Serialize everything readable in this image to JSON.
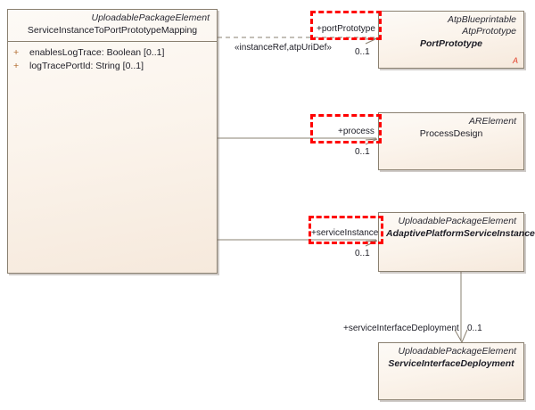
{
  "diagram": {
    "title": "ServiceInstanceToPortPrototypeMapping UML class diagram",
    "accent_highlight_color": "#ff0000",
    "class_border_color": "#8a8070",
    "class_fill_color": "#fbf4ec",
    "abstract_marker_color": "#e2402a"
  },
  "classes": [
    {
      "id": "service-instance-to-port-prototype-mapping",
      "stereotypes": [
        "UploadablePackageElement"
      ],
      "name": "ServiceInstanceToPortPrototypeMapping",
      "name_style": "plain",
      "attributes": [
        {
          "visibility": "+",
          "text": "enablesLogTrace: Boolean [0..1]"
        },
        {
          "visibility": "+",
          "text": "logTracePortId: String [0..1]"
        }
      ],
      "abstract_marker": ""
    },
    {
      "id": "port-prototype",
      "stereotypes": [
        "AtpBlueprintable",
        "AtpPrototype"
      ],
      "name": "PortPrototype",
      "name_style": "italic",
      "attributes": [],
      "abstract_marker": "A"
    },
    {
      "id": "process-design",
      "stereotypes": [
        "ARElement"
      ],
      "name": "ProcessDesign",
      "name_style": "plain",
      "attributes": [],
      "abstract_marker": ""
    },
    {
      "id": "adaptive-platform-service-instance",
      "stereotypes": [
        "UploadablePackageElement"
      ],
      "name": "AdaptivePlatformServiceInstance",
      "name_style": "italic",
      "attributes": [],
      "abstract_marker": ""
    },
    {
      "id": "service-interface-deployment",
      "stereotypes": [
        "UploadablePackageElement"
      ],
      "name": "ServiceInterfaceDeployment",
      "name_style": "italic",
      "attributes": [],
      "abstract_marker": ""
    }
  ],
  "connectors": [
    {
      "id": "port-prototype-ref",
      "style": "dashed",
      "stereotype_label": "«instanceRef,atpUriDef»",
      "role_label": "+portPrototype",
      "multiplicity": "0..1",
      "highlighted": true
    },
    {
      "id": "process-ref",
      "style": "solid",
      "stereotype_label": "",
      "role_label": "+process",
      "multiplicity": "0..1",
      "highlighted": true
    },
    {
      "id": "service-instance-ref",
      "style": "solid",
      "stereotype_label": "",
      "role_label": "+serviceInstance",
      "multiplicity": "0..1",
      "highlighted": true
    },
    {
      "id": "service-interface-deployment-ref",
      "style": "solid",
      "stereotype_label": "",
      "role_label": "+serviceInterfaceDeployment",
      "multiplicity": "0..1",
      "highlighted": false
    }
  ]
}
